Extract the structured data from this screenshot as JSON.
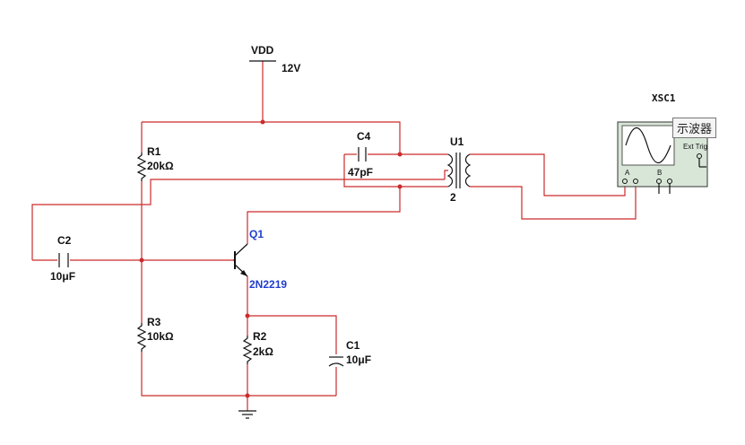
{
  "supply": {
    "name": "VDD",
    "value": "12V"
  },
  "components": {
    "r1": {
      "ref": "R1",
      "value": "20kΩ"
    },
    "r2": {
      "ref": "R2",
      "value": "2kΩ"
    },
    "r3": {
      "ref": "R3",
      "value": "10kΩ"
    },
    "c1": {
      "ref": "C1",
      "value": "10μF"
    },
    "c2": {
      "ref": "C2",
      "value": "10μF"
    },
    "c4": {
      "ref": "C4",
      "value": "47pF"
    },
    "q1": {
      "ref": "Q1",
      "value": "2N2219"
    },
    "u1": {
      "ref": "U1",
      "value": "2"
    }
  },
  "scope": {
    "ref": "XSC1",
    "tooltip": "示波器",
    "ext_trig": "Ext Trig",
    "ch_a": "A",
    "ch_b": "B"
  },
  "colors": {
    "wire": "#cc2b2b",
    "designator_blue": "#1f3ecf"
  }
}
